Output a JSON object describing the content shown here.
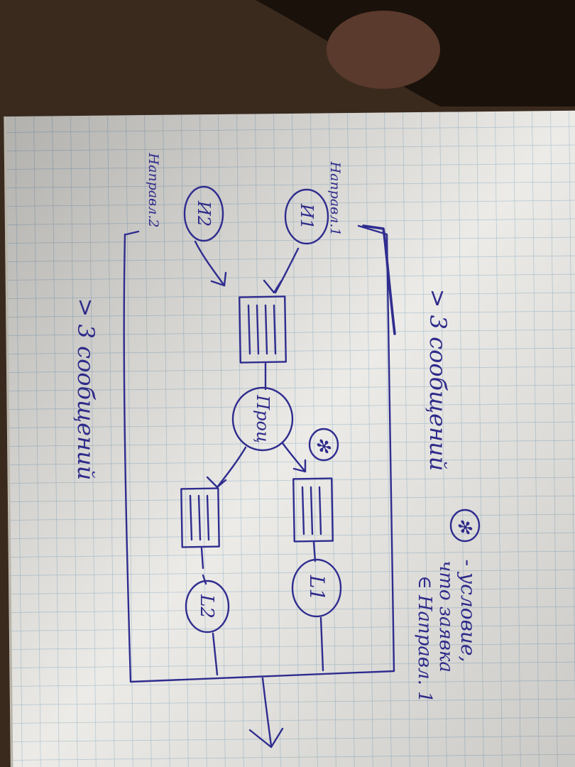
{
  "colors": {
    "ink": "#2f2c8f",
    "paper": "#eceae6",
    "grid": "#9fb6c9",
    "table": "#3a2a1e"
  },
  "labels": {
    "source1": "И1",
    "source2": "И2",
    "direction1": "Направл.1",
    "direction2": "Направл.2",
    "processor": "Проц",
    "line1": "L1",
    "line2": "L2",
    "condition_mark": "✻",
    "limit_top": "> 3 сообщений",
    "limit_bottom": "> 3 сообщений",
    "legend_mark": "✻",
    "legend_line1": "- условие,",
    "legend_line2": "что заявка",
    "legend_line3": "∈ Направл. 1"
  }
}
